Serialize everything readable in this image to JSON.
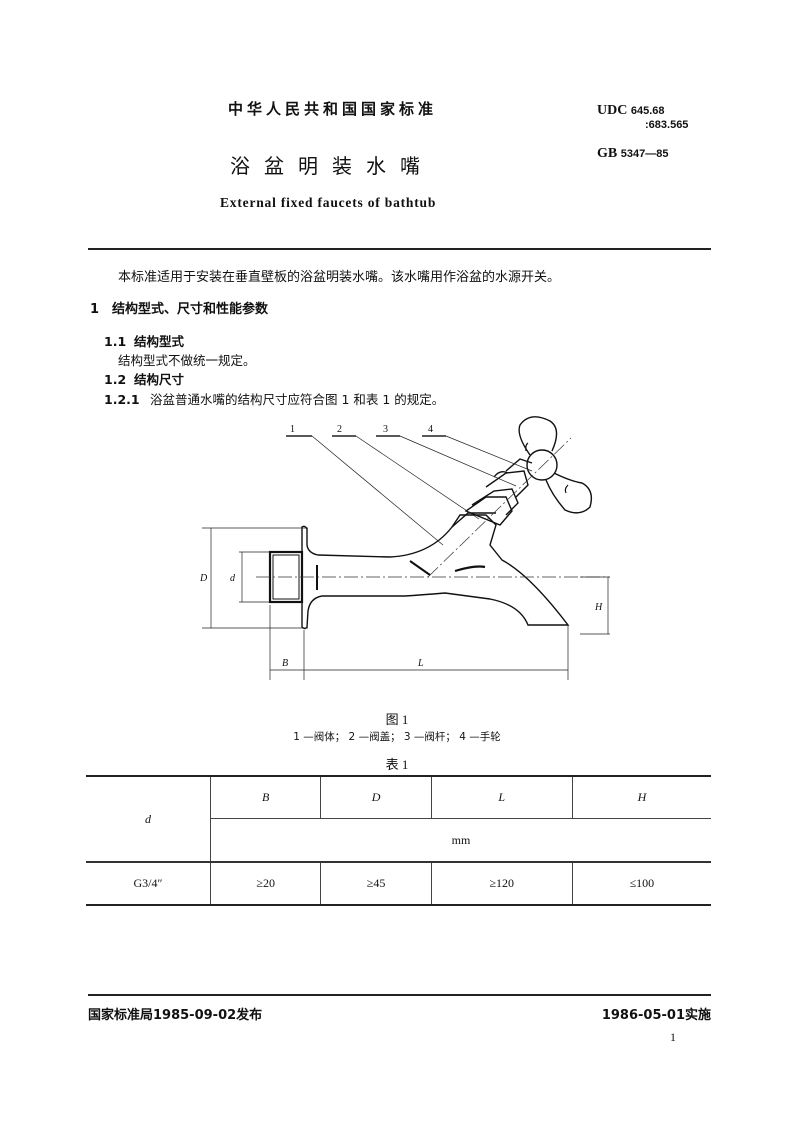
{
  "header": {
    "standard_type": "中华人民共和国国家标准",
    "title_cn": "浴盆明装水嘴",
    "title_en": "External fixed faucets of bathtub",
    "udc_label": "UDC",
    "udc_code_1": "645.68",
    "udc_code_2": ":683.565",
    "gb_label": "GB",
    "gb_number": "5347—85"
  },
  "body": {
    "intro": "本标准适用于安装在垂直壁板的浴盆明装水嘴。该水嘴用作浴盆的水源开关。",
    "section_1": {
      "num": "1",
      "title": "结构型式、尺寸和性能参数"
    },
    "section_1_1": {
      "num": "1.1",
      "title": "结构型式",
      "text": "结构型式不做统一规定。"
    },
    "section_1_2": {
      "num": "1.2",
      "title": "结构尺寸"
    },
    "section_1_2_1": {
      "num": "1.2.1",
      "text": "浴盆普通水嘴的结构尺寸应符合图 1 和表 1 的规定。"
    }
  },
  "figure": {
    "callouts": [
      "1",
      "2",
      "3",
      "4"
    ],
    "dim_labels": {
      "D": "D",
      "d": "d",
      "H": "H",
      "B": "B",
      "L": "L"
    },
    "caption": "图 1",
    "legend": "1 —阀体； 2 —阀盖； 3 —阀杆； 4 —手轮"
  },
  "table": {
    "caption": "表 1",
    "row_header": "d",
    "columns": [
      "B",
      "D",
      "L",
      "H"
    ],
    "unit": "mm",
    "rows": [
      {
        "d": "G3/4″",
        "B": "≥20",
        "D": "≥45",
        "L": "≥120",
        "H": "≤100"
      }
    ]
  },
  "footer": {
    "issued": "国家标准局1985-09-02发布",
    "effective": "1986-05-01实施",
    "page_number": "1"
  }
}
